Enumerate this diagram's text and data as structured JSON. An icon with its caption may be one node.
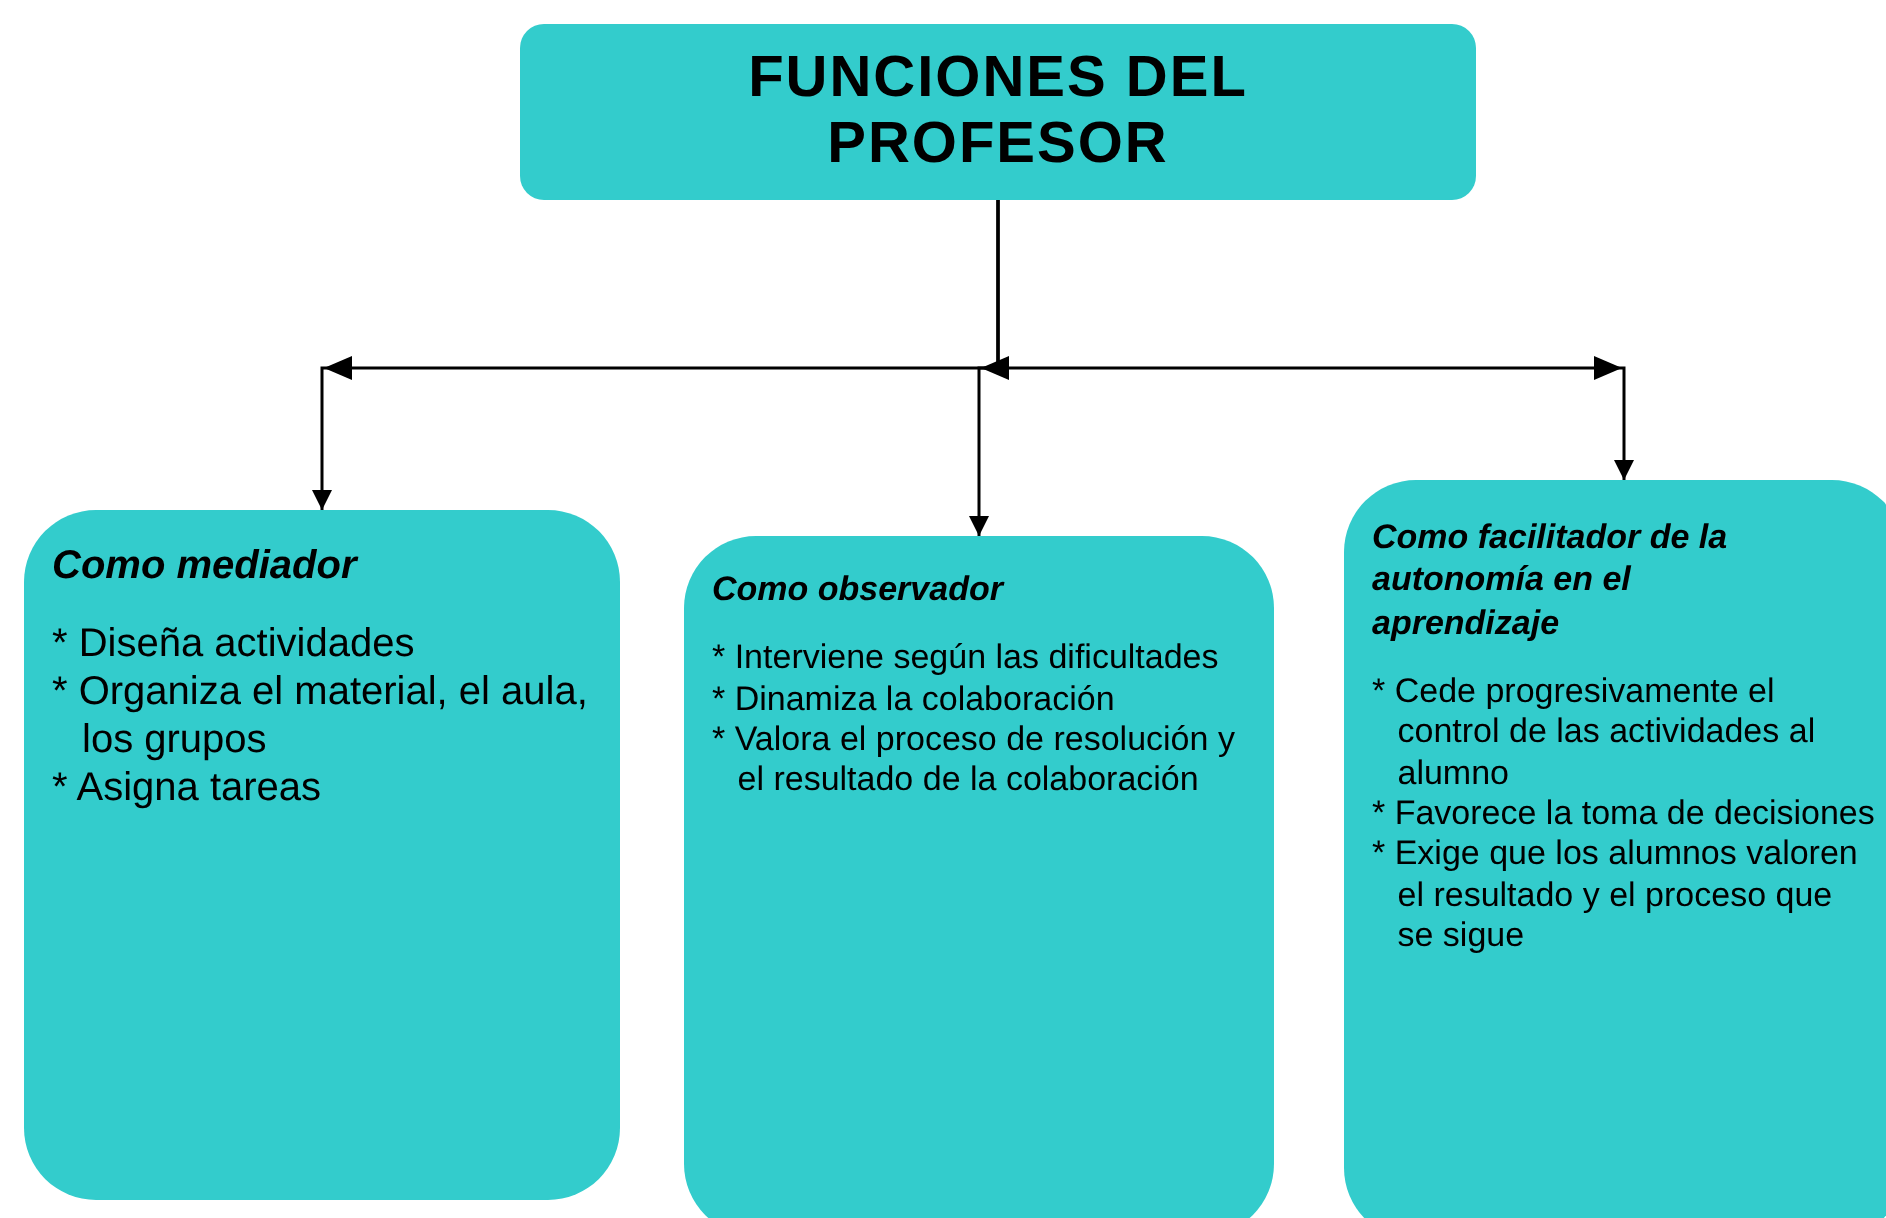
{
  "diagram": {
    "nodes": [
      {
        "text": [
          "FUNCIONES DEL PROFESOR"
        ]
      },
      {
        "text": [
          "Como mediador",
          "* Diseña actividades",
          "* Organiza el material, el aula, los grupos",
          "* Asigna tareas"
        ]
      },
      {
        "text": [
          "Como observador",
          "* Interviene según las dificultades",
          "* Dinamiza la colaboración",
          "* Valora el proceso de resolución y el resultado de la colaboración"
        ]
      },
      {
        "text": [
          "Como facilitador de la autonomía en el aprendizaje",
          "* Cede progresivamente el control de las actividades al alumno",
          "* Favorece la toma de decisiones",
          "* Exige que los alumnos valoren el resultado y el proceso que se sigue"
        ]
      }
    ],
    "edges": [
      {
        "from": 0,
        "to": 1,
        "arrow": "to"
      },
      {
        "from": 0,
        "to": 2,
        "arrow": "to"
      },
      {
        "from": 0,
        "to": 3,
        "arrow": "to"
      }
    ]
  }
}
